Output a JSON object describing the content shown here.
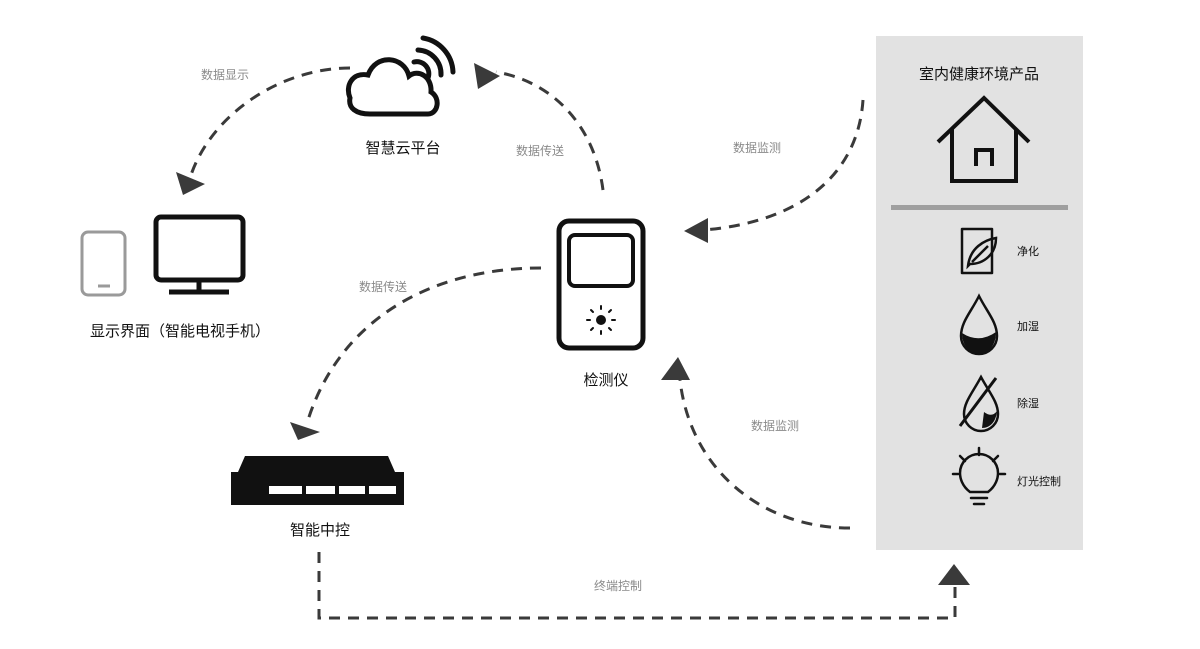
{
  "nodes": {
    "cloud": {
      "label": "智慧云平台",
      "icon": "cloud-signal-icon"
    },
    "display": {
      "label": "显示界面（智能电视手机）",
      "icons": [
        "phone-icon",
        "monitor-icon"
      ]
    },
    "detector": {
      "label": "检测仪",
      "icon": "detector-device-icon"
    },
    "controller": {
      "label": "智能中控",
      "icon": "rack-controller-icon"
    }
  },
  "edges": {
    "cloud_to_display": "数据显示",
    "detector_to_cloud": "数据传送",
    "detector_to_controller": "数据传送",
    "products_to_detector_top": "数据监测",
    "products_to_detector_bottom": "数据监测",
    "controller_to_products": "终端控制"
  },
  "products_panel": {
    "title": "室内健康环境产品",
    "icon": "house-icon",
    "background": "#e2e2e2",
    "features": [
      {
        "label": "净化",
        "icon": "leaf-purify-icon"
      },
      {
        "label": "加湿",
        "icon": "water-drop-icon"
      },
      {
        "label": "除湿",
        "icon": "no-drop-icon"
      },
      {
        "label": "灯光控制",
        "icon": "light-bulb-icon"
      }
    ]
  },
  "colors": {
    "ink": "#111111",
    "edge": "#3a3a3a",
    "muted": "#8a8a8a",
    "phone": "#9a9a9a"
  }
}
